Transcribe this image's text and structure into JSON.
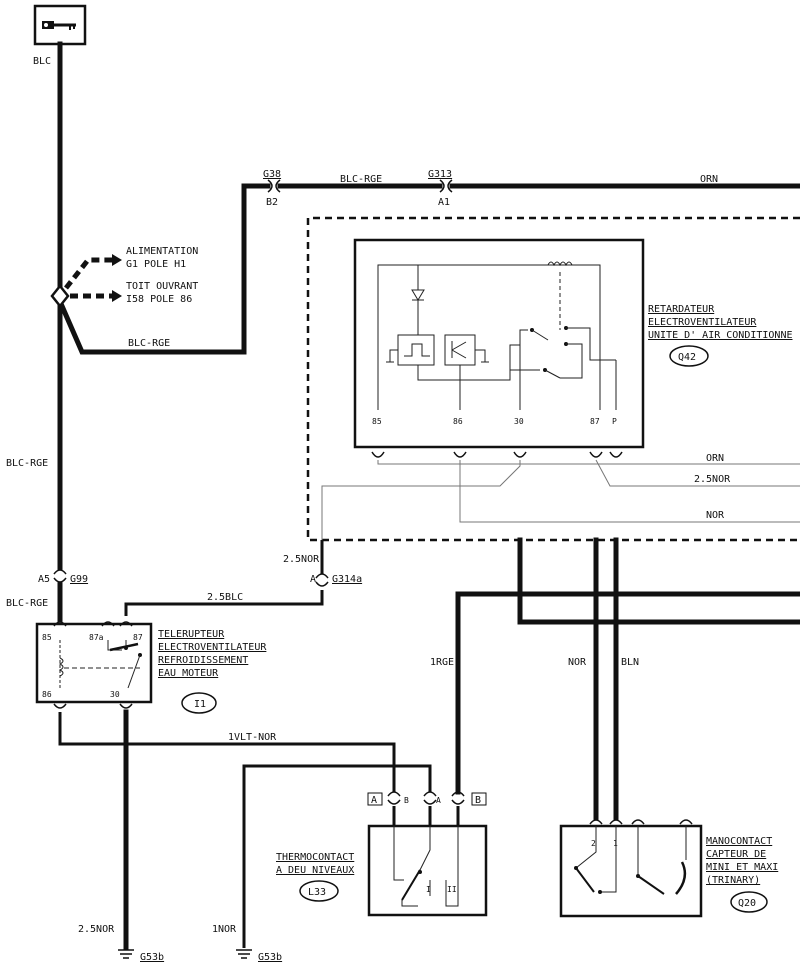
{
  "ignition": {
    "icon": "key-icon",
    "wire": "BLC"
  },
  "splice": {
    "feed1_line1": "ALIMENTATION",
    "feed1_line2": "G1 POLE H1",
    "feed2_line1": "TOIT OUVRANT",
    "feed2_line2": "I58 POLE 86",
    "branch_wire": "BLC-RGE"
  },
  "top_line": {
    "conn1": "G38",
    "conn1_pin": "B2",
    "wire1": "BLC-RGE",
    "conn2": "G313",
    "conn2_pin": "A1",
    "wire2": "ORN"
  },
  "main_riser_wire": "BLC-RGE",
  "relay_connector": {
    "pin": "A5",
    "name": "G99",
    "wire": "BLC-RGE"
  },
  "q42": {
    "title1": "RETARDATEUR",
    "title2": "ELECTROVENTILATEUR",
    "title3": "UNITE D' AIR CONDITIONNE",
    "ref": "Q42",
    "pins": [
      "85",
      "86",
      "30",
      "87",
      "P"
    ],
    "wires": {
      "orn": "ORN",
      "nor25": "2.5NOR",
      "nor": "NOR"
    }
  },
  "g314": {
    "wire": "2.5NOR",
    "pin": "A",
    "name": "G314a",
    "feed_wire": "2.5BLC"
  },
  "i1": {
    "title1": "TELERUPTEUR",
    "title2": "ELECTROVENTILATEUR",
    "title3": "REFROIDISSEMENT",
    "title4": "EAU MOTEUR",
    "ref": "I1",
    "pins": {
      "p85": "85",
      "p87a": "87a",
      "p87": "87",
      "p86": "86",
      "p30": "30"
    }
  },
  "wires_mid": {
    "vlt": "1VLT-NOR",
    "rge": "1RGE",
    "nor": "NOR",
    "bln": "BLN"
  },
  "l33": {
    "title1": "THERMOCONTACT",
    "title2": "A DEU NIVEAUX",
    "ref": "L33",
    "conn_a": "A",
    "conn_b": "B",
    "pin_b": "B",
    "pin_a": "A",
    "pos1": "I",
    "pos2": "II"
  },
  "q20": {
    "title1": "MANOCONTACT",
    "title2": "CAPTEUR DE",
    "title3": "MINI ET MAXI",
    "title4": "(TRINARY)",
    "ref": "Q20",
    "pin2": "2",
    "pin1": "1"
  },
  "grounds": {
    "g1_wire": "2.5NOR",
    "g1_name": "G53b",
    "g2_wire": "1NOR",
    "g2_name": "G53b"
  }
}
